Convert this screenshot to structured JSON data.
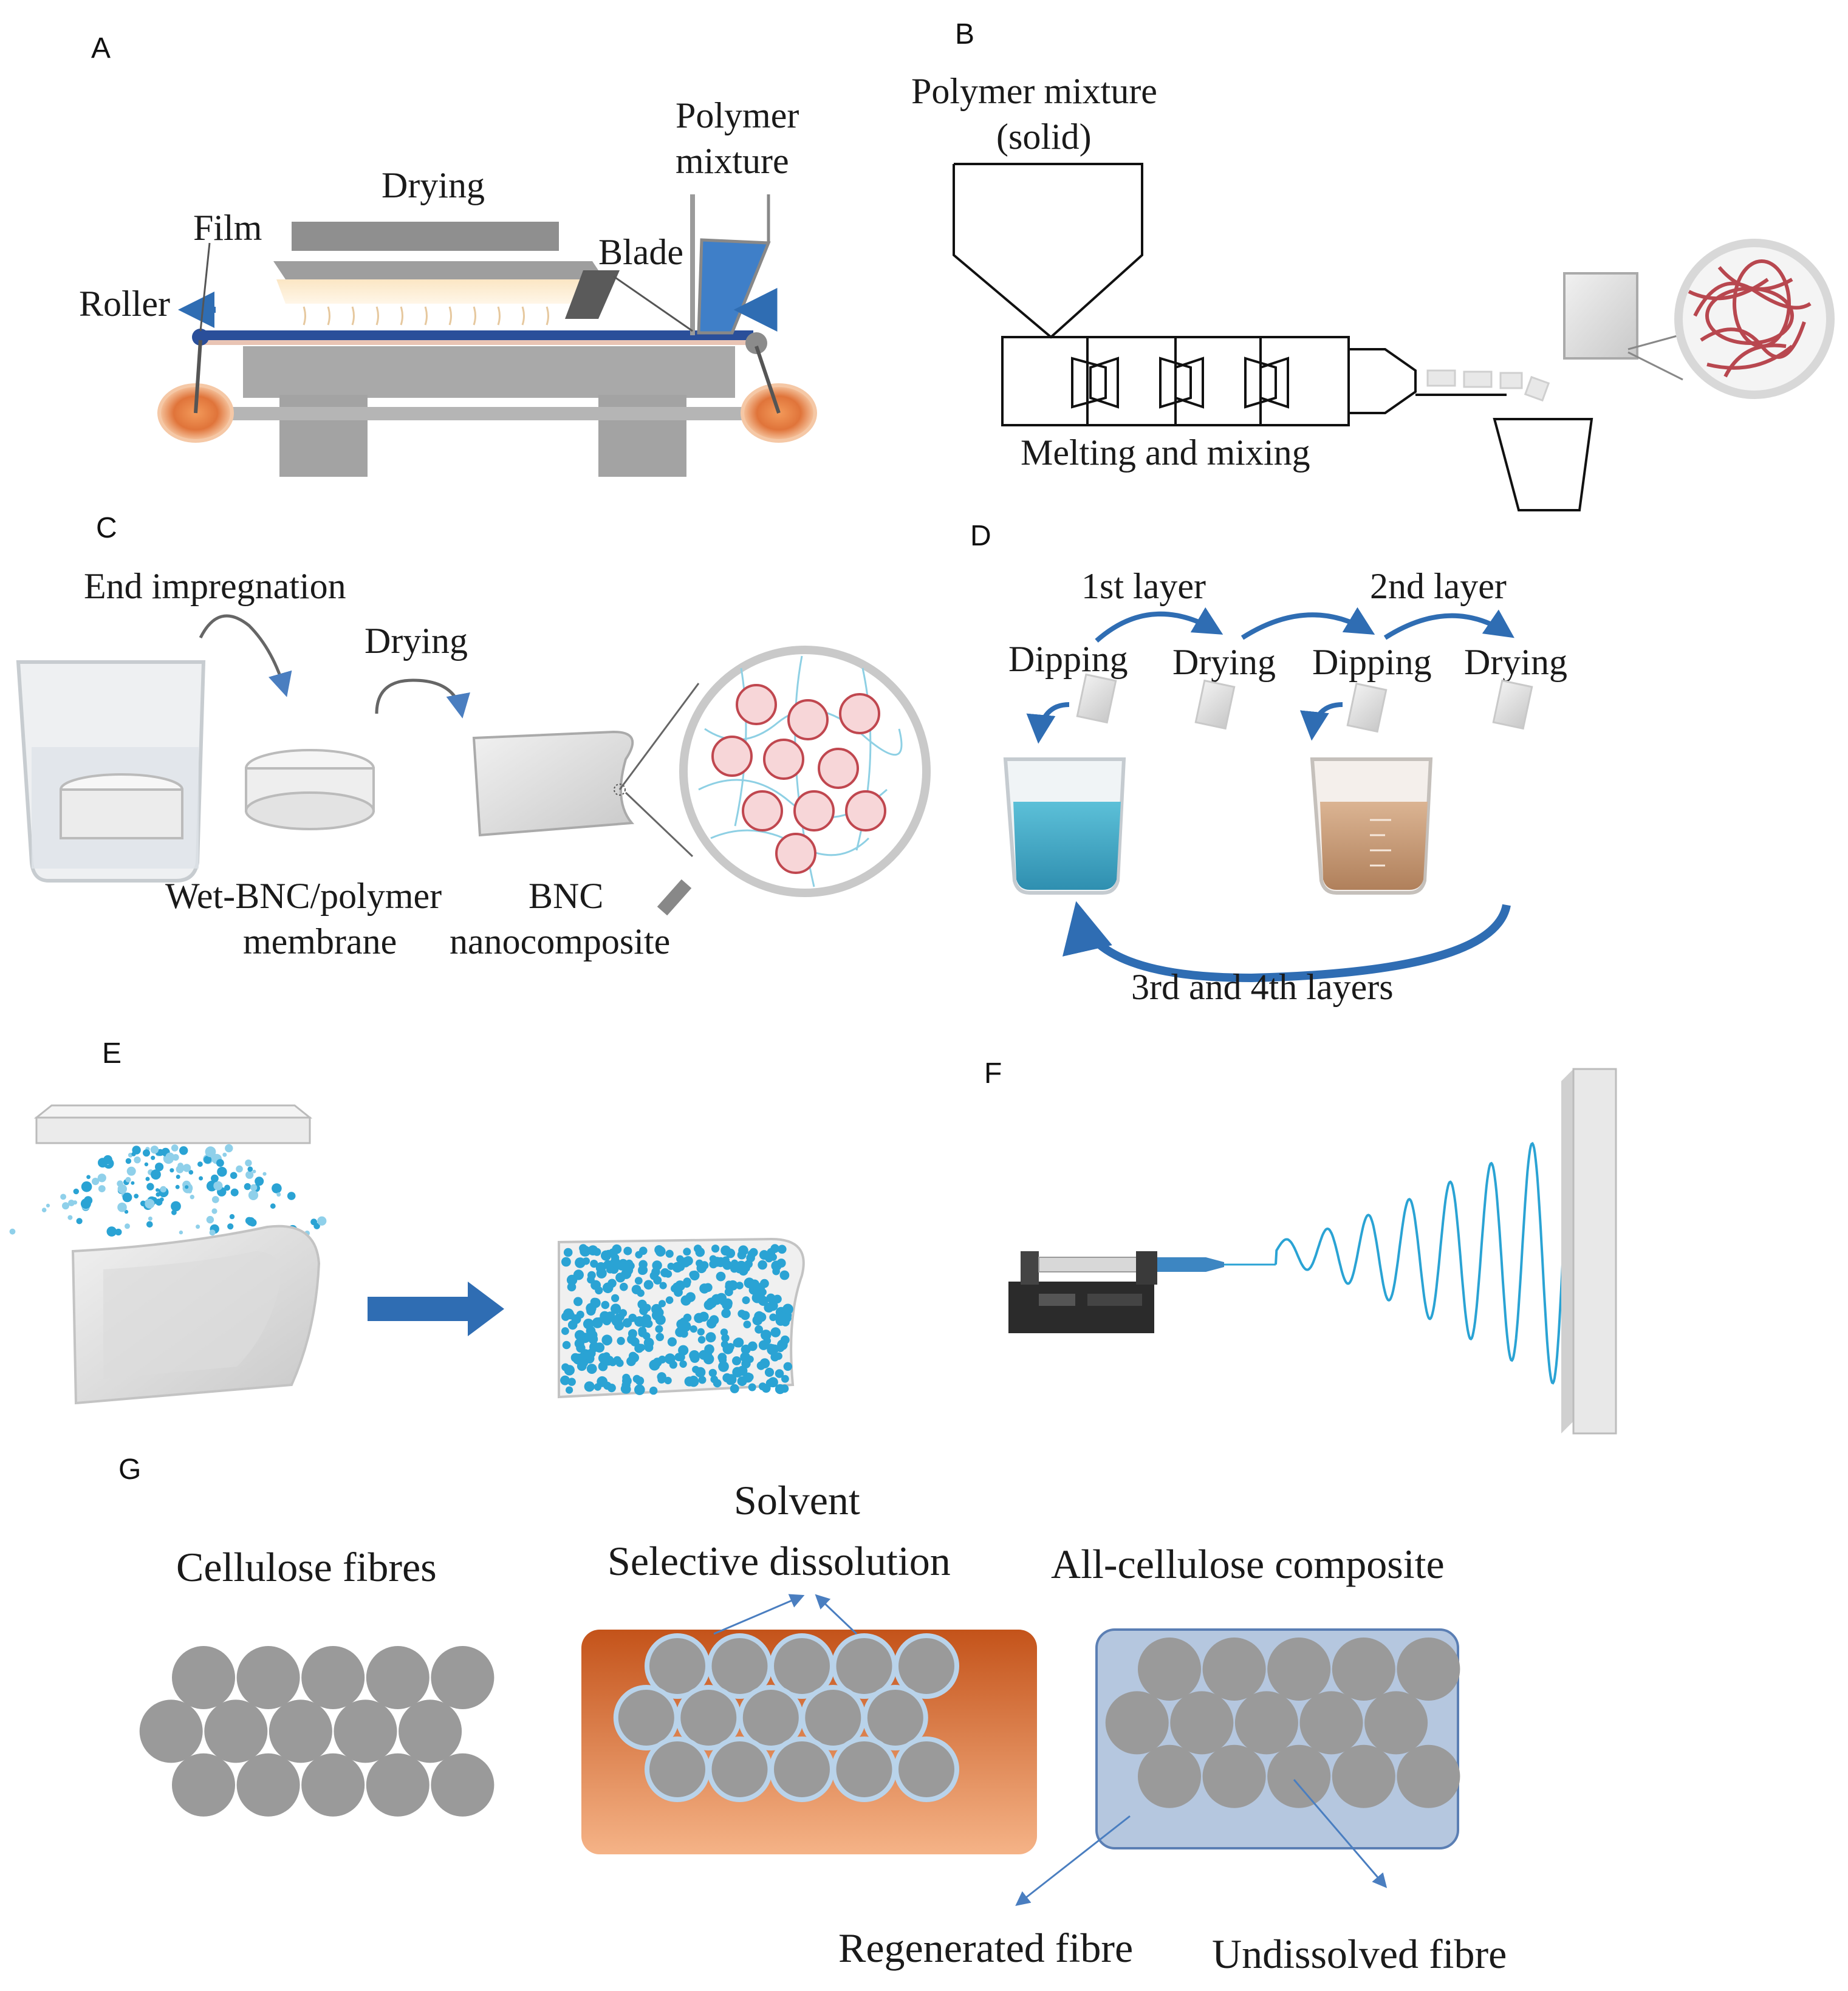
{
  "colors": {
    "arrow_blue": "#2f6db3",
    "fibre_gray": "#9a9a9a",
    "fibre_red": "#b8474f",
    "orange": "#d96f25",
    "liquid_blue": "#3aa6c2",
    "liquid_brown": "#c79a74",
    "droplet_blue": "#2aa3d4"
  },
  "panels": {
    "A": {
      "letter": "A",
      "labels": {
        "polymer_mixture": [
          "Polymer",
          "mixture"
        ],
        "drying": "Drying",
        "film": "Film",
        "blade": "Blade",
        "roller": "Roller"
      }
    },
    "B": {
      "letter": "B",
      "labels": {
        "polymer_mixture": [
          "Polymer mixture",
          "(solid)"
        ],
        "melting": "Melting and mixing"
      }
    },
    "C": {
      "letter": "C",
      "labels": {
        "end_impregnation": "End impregnation",
        "drying": "Drying",
        "wet_bnc": [
          "Wet-BNC/polymer",
          "membrane"
        ],
        "bnc": [
          "BNC",
          "nanocomposite"
        ]
      }
    },
    "D": {
      "letter": "D",
      "labels": {
        "first_layer": "1st layer",
        "second_layer": "2nd layer",
        "dipping_1": "Dipping",
        "drying_1": "Drying",
        "dipping_2": "Dipping",
        "drying_2": "Drying",
        "third_fourth": "3rd and 4th layers"
      }
    },
    "E": {
      "letter": "E"
    },
    "F": {
      "letter": "F"
    },
    "G": {
      "letter": "G",
      "labels": {
        "cellulose_fibres": "Cellulose fibres",
        "solvent": "Solvent",
        "selective_dissolution": "Selective dissolution",
        "all_cellulose": "All-cellulose composite",
        "regenerated": "Regenerated fibre",
        "undissolved": "Undissolved fibre"
      }
    }
  }
}
